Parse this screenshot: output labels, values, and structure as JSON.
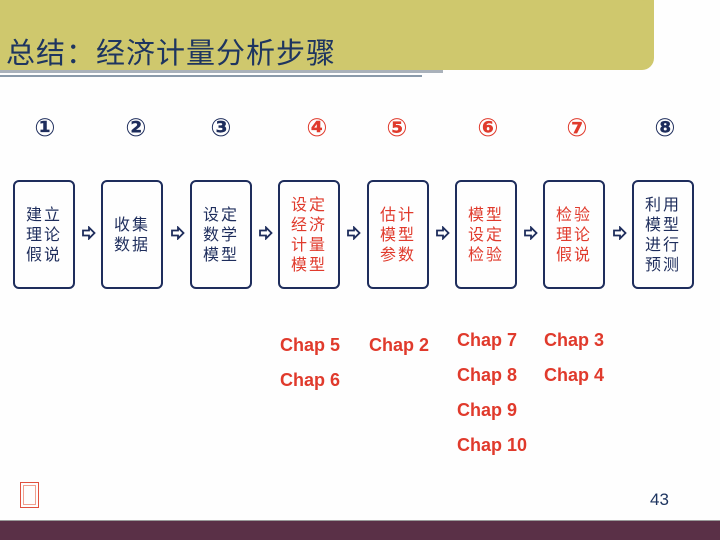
{
  "slide": {
    "title": "总结：经济计量分析步骤",
    "page_number": "43",
    "colors": {
      "title_bar": "#cfc86d",
      "title_text": "#1e3560",
      "navy": "#1e2d5c",
      "red": "#e03a2c",
      "footer": "#5a3047"
    }
  },
  "steps": [
    {
      "number": "①",
      "label": "建立理论假说",
      "highlighted": false
    },
    {
      "number": "②",
      "label": "收集数据",
      "highlighted": false
    },
    {
      "number": "③",
      "label": "设定数学模型",
      "highlighted": false
    },
    {
      "number": "④",
      "label": "设定经济计量模型",
      "highlighted": true
    },
    {
      "number": "⑤",
      "label": "估计模型参数",
      "highlighted": true
    },
    {
      "number": "⑥",
      "label": "模型设定检验",
      "highlighted": true
    },
    {
      "number": "⑦",
      "label": "检验理论假说",
      "highlighted": true
    },
    {
      "number": "⑧",
      "label": "利用模型进行预测",
      "highlighted": false
    }
  ],
  "arrow_icon": "right-outline-arrow",
  "chapters": {
    "step4": [
      "Chap 5",
      "Chap 6"
    ],
    "step5": [
      "Chap 2"
    ],
    "step6": [
      "Chap 7",
      "Chap 8",
      "Chap 9",
      "Chap 10"
    ],
    "step7": [
      "Chap 3",
      "Chap 4"
    ]
  },
  "logo": "seal-stamp-icon"
}
